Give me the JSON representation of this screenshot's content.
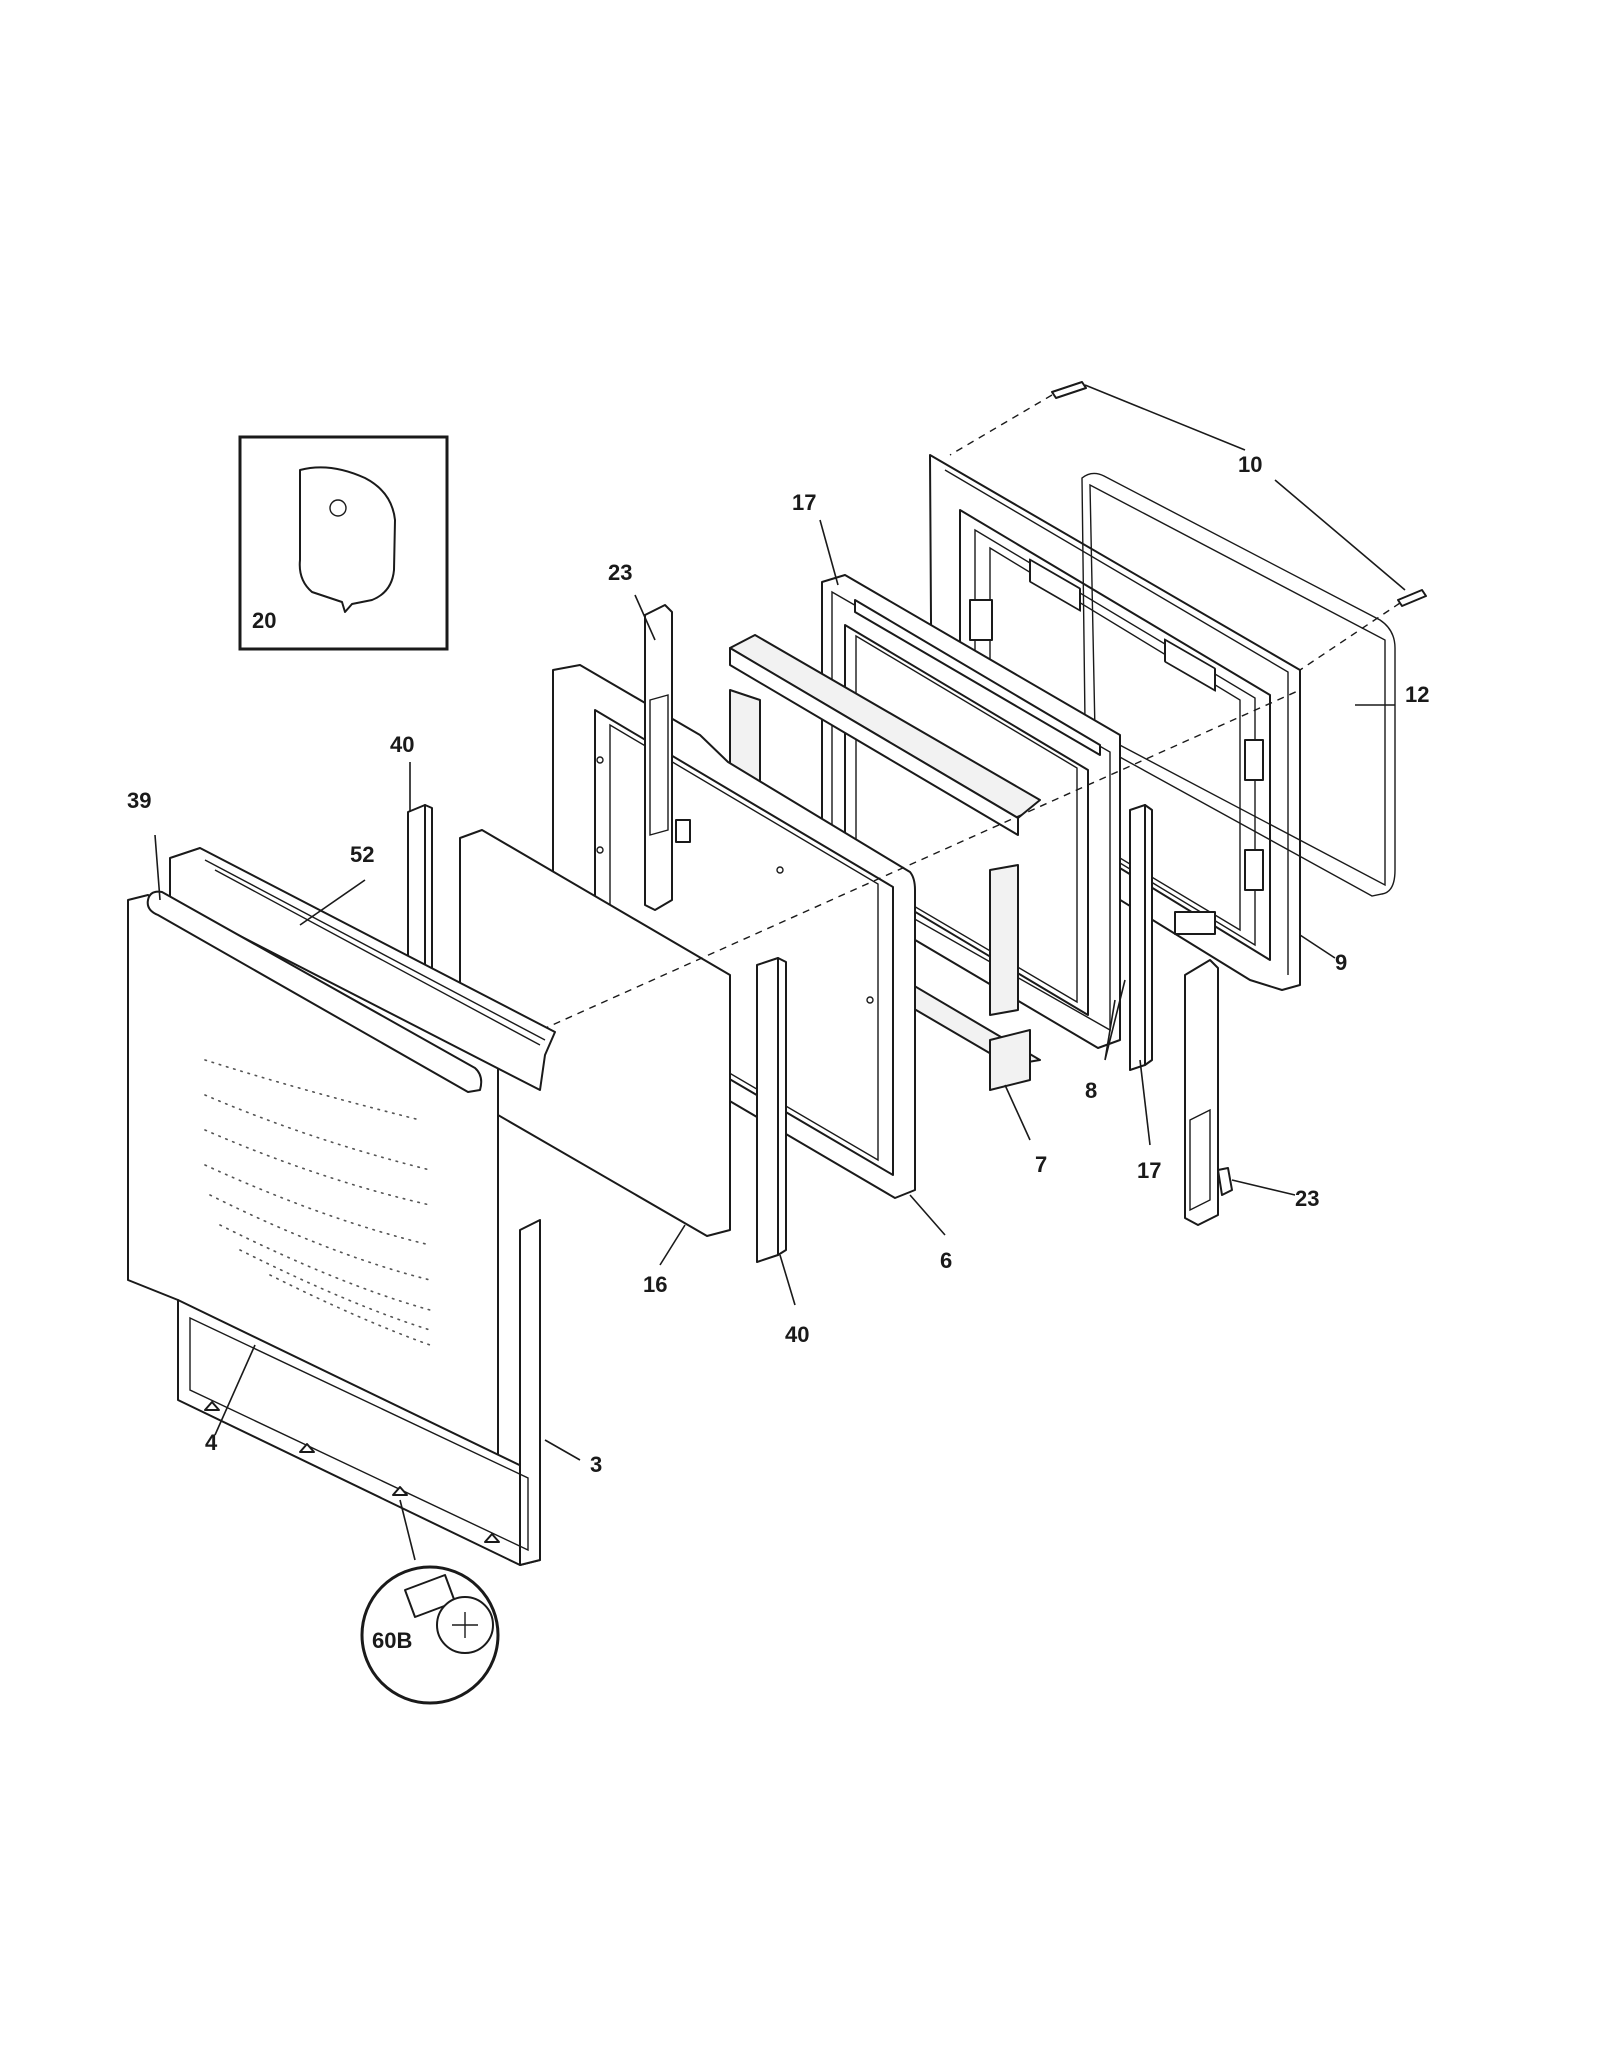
{
  "callouts": {
    "p20": "20",
    "p10": "10",
    "p12": "12",
    "p17_top": "17",
    "p17_bottom": "17",
    "p23_top": "23",
    "p23_bottom": "23",
    "p40_top": "40",
    "p40_bottom": "40",
    "p39": "39",
    "p52": "52",
    "p9": "9",
    "p8": "8",
    "p7": "7",
    "p6": "6",
    "p16": "16",
    "p3": "3",
    "p4": "4",
    "p60b": "60B"
  },
  "colors": {
    "line": "#1a1a1a",
    "background": "#ffffff",
    "panel_fill": "#f2f2f2"
  }
}
